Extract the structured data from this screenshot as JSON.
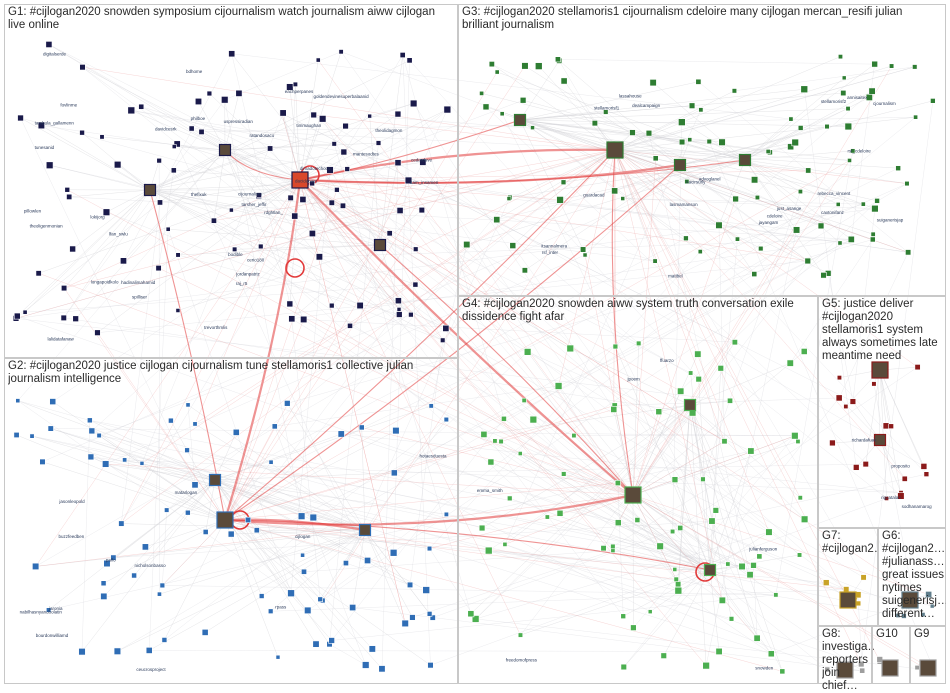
{
  "groups": [
    {
      "id": "G1",
      "title": "G1: #cijlogan2020 snowden symposium cijournalism watch journalism aiww cijlogan live online",
      "color": "#1a1a4a"
    },
    {
      "id": "G2",
      "title": "G2: #cijlogan2020 justice cijlogan cijournalism tune stellamoris1 collective julian journalism intelligence",
      "color": "#2f6db5"
    },
    {
      "id": "G3",
      "title": "G3: #cijlogan2020 stellamoris1 cijournalism cdeloire many cijlogan mercan_resifi julian brilliant journalism",
      "color": "#2e7d32"
    },
    {
      "id": "G4",
      "title": "G4: #cijlogan2020 snowden aiww system truth conversation exile dissidence fight afar",
      "color": "#4caf50"
    },
    {
      "id": "G5",
      "title": "G5: justice deliver #cijlogan2020 stellamoris1 system always sometimes late meantime need",
      "color": "#8b1a1a"
    },
    {
      "id": "G6",
      "title": "G6: #cijlogan2… #julianass… great issues nytimes suigenerisj… different…",
      "color": "#607d8b"
    },
    {
      "id": "G7",
      "title": "G7: #cijlogan2…",
      "color": "#c9a227"
    },
    {
      "id": "G8",
      "title": "G8: investiga… reporters join chief…",
      "color": "#9e9e9e"
    },
    {
      "id": "G9",
      "title": "G9",
      "color": "#9e9e9e"
    },
    {
      "id": "G10",
      "title": "G10",
      "color": "#9e9e9e"
    }
  ],
  "labels": {
    "G1": [
      "cijournalism",
      "thefixuk",
      "pillowlen",
      "timmaughan",
      "longapoidkolo",
      "goldendevinesuperbalaanid",
      "cedardave",
      "jordanpatriz",
      "fovlinme",
      "bdhome",
      "tunesanid",
      "lokijorg",
      "cerio180",
      "raj_r5",
      "davidcesrk",
      "uspressiradian",
      "trevorthmlis",
      "sam_insamen",
      "spilliser",
      "ratandosaco",
      "bodible",
      "lalidatafanaw",
      "dacidacoot",
      "digitalserde",
      "philboe",
      "lfan_swlu",
      "tarsher_jeffir",
      "rdghtlan_",
      "eachperpanes",
      "tambula_gallamenn",
      "dimadotechoco",
      "mantesodtes",
      "theoligenmonian",
      "hadinalimahamid",
      "theolidagmon"
    ],
    "G2": [
      "bourdonwilliamd",
      "cijlogan",
      "matarlogan",
      "hotaesduesta",
      "buzzfeedben",
      "nabilhasnyandoolatin",
      "jasonleopold",
      "nicholsonbasso",
      "jaronia",
      "ceucrosproject",
      "palfo",
      "rpass"
    ],
    "G3": [
      "cjournalism",
      "guardacad",
      "advoglanel",
      "stellamorisf1",
      "rsf_inter",
      "annisaitex",
      "cdeloire",
      "dealcampaign",
      "rebecca_vincent",
      "lassahouse",
      "stellamorisf2",
      "rsf_cdeloire",
      "jayangam",
      "caxtonifanz",
      "suiganerisjap",
      "kacirsurly",
      "lasmamanson",
      "matibel",
      "just_asange",
      "itsannalmera"
    ],
    "G4": [
      "snowden",
      "ffuarzo",
      "jpoem",
      "freedomofpress",
      "emma_smith",
      "julianferguson"
    ],
    "G5": [
      "proposito",
      "rigcatalan",
      "sodhanamarog",
      "richardafuak"
    ],
    "G6": [],
    "G7": []
  },
  "icons": {
    "hub_avatar": "avatar-icon"
  }
}
